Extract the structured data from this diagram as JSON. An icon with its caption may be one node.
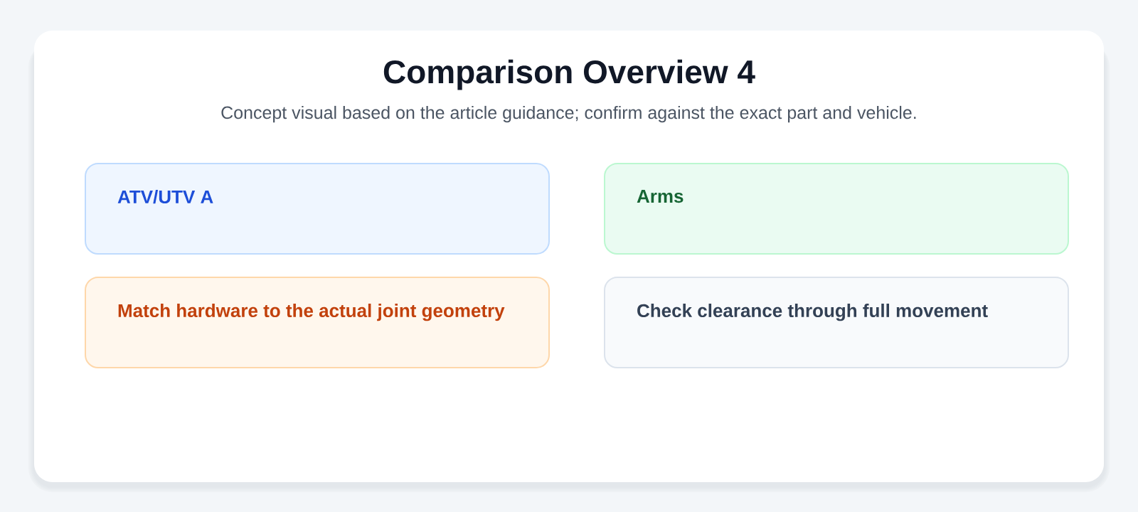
{
  "diagram": {
    "title": "Comparison Overview 4",
    "caption": "Concept visual based on the article guidance; confirm against the exact part and vehicle.",
    "nodes": [
      {
        "text": [
          "ATV/UTV A"
        ]
      },
      {
        "text": [
          "Arms"
        ]
      },
      {
        "text": [
          "Match hardware to the actual joint geometry"
        ]
      },
      {
        "text": [
          "Check clearance through full movement"
        ]
      }
    ]
  }
}
